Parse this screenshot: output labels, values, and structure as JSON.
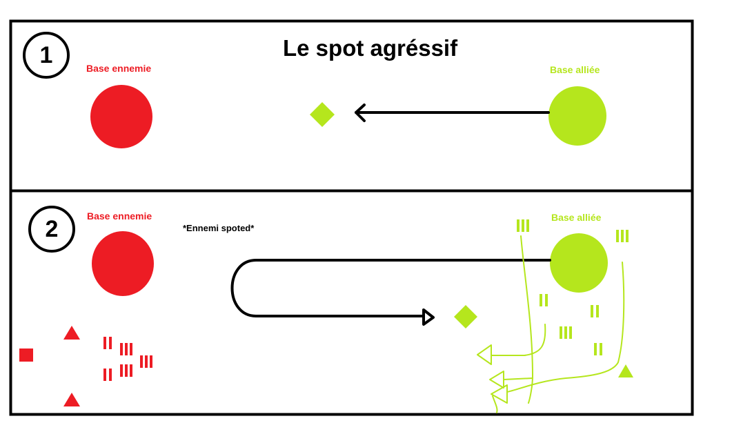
{
  "title": "Le spot agréssif",
  "colors": {
    "enemy": "#ed1c24",
    "ally": "#b5e61d",
    "ink": "#000000"
  },
  "panel1": {
    "number": "1",
    "enemy_base_label": "Base ennemie",
    "ally_base_label": "Base alliée"
  },
  "panel2": {
    "number": "2",
    "enemy_base_label": "Base ennemie",
    "ally_base_label": "Base alliée",
    "spotted_note": "*Ennemi spoted*"
  }
}
